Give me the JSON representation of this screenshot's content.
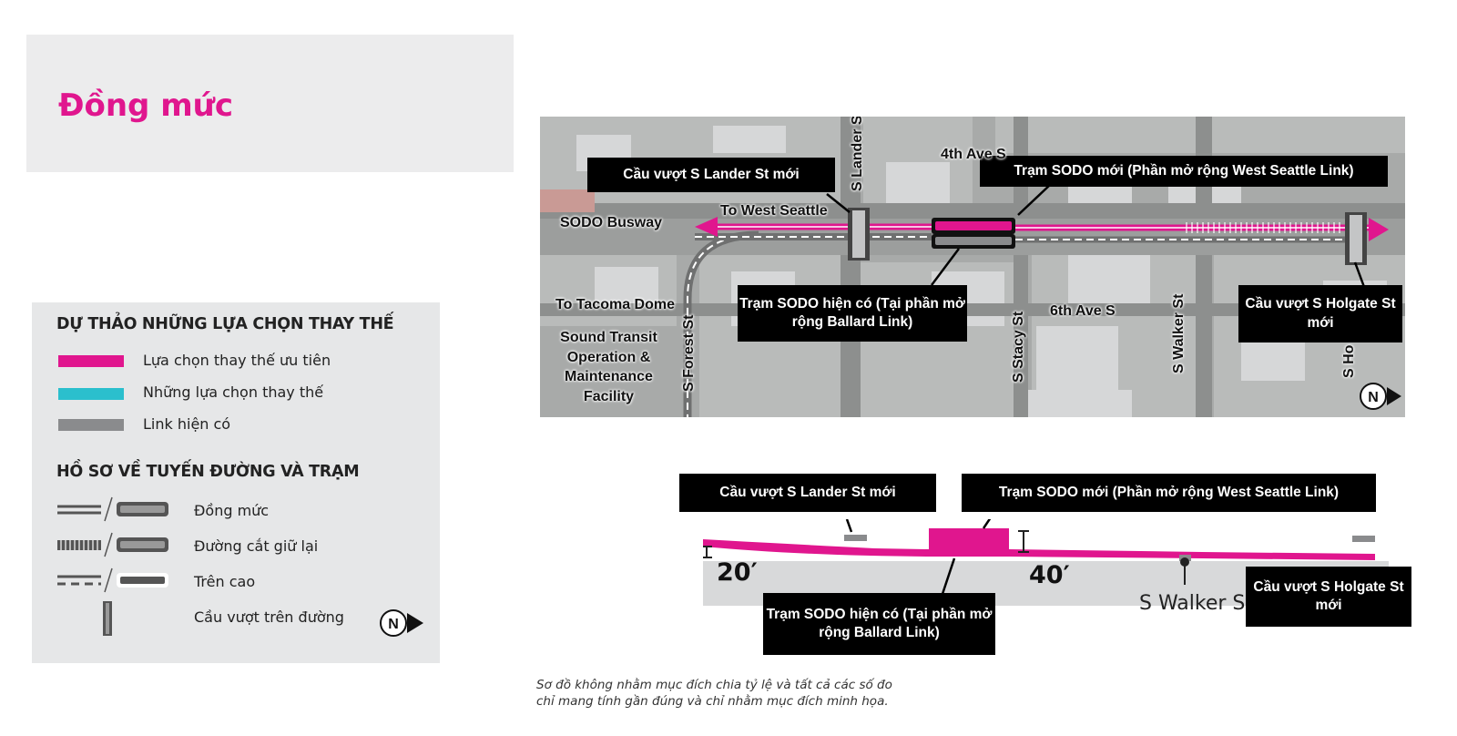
{
  "title": "Đồng mức",
  "legend": {
    "heading1": "DỰ THẢO NHỮNG LỰA CHỌN THAY THẾ",
    "items": [
      {
        "label": "Lựa chọn thay thế ưu tiên",
        "color": "#e0168e"
      },
      {
        "label": "Những lựa chọn thay thế",
        "color": "#2bbfcd"
      },
      {
        "label": "Link hiện có",
        "color": "#8a8b8d"
      }
    ],
    "heading2": "HỒ SƠ VỀ TUYẾN ĐƯỜNG VÀ TRẠM",
    "profile_items": [
      {
        "label": "Đồng mức"
      },
      {
        "label": "Đường cắt giữ lại"
      },
      {
        "label": "Trên cao"
      },
      {
        "label": "Cầu vượt trên đường"
      }
    ],
    "north": "N"
  },
  "map": {
    "callouts": {
      "lander": "Cầu vượt S Lander St mới",
      "new_station": "Trạm SODO mới (Phần mở rộng West Seattle Link)",
      "existing_station": "Trạm SODO hiện có (Tại phần mở rộng Ballard Link)",
      "holgate": "Cầu vượt S Holgate St mới"
    },
    "labels": {
      "sodo_busway": "SODO Busway",
      "to_west_seattle": "To West Seattle",
      "to_tacoma": "To Tacoma Dome",
      "facility": "Sound Transit Operation & Maintenance Facility",
      "s_lander": "S Lander St",
      "fourth_ave": "4th Ave S",
      "sixth_ave": "6th Ave S",
      "s_forest": "S Forest St",
      "s_stacy": "S Stacy St",
      "s_walker": "S Walker St",
      "s_holgate_partial": "S Ho"
    },
    "north": "N"
  },
  "profile": {
    "callouts": {
      "lander": "Cầu vượt S Lander St mới",
      "new_station": "Trạm SODO mới (Phần mở rộng West Seattle Link)",
      "existing_station": "Trạm SODO hiện có (Tại phần mở rộng Ballard Link)",
      "holgate": "Cầu vượt S Holgate St mới"
    },
    "depth_left": "20′",
    "depth_right": "40′",
    "street": "S Walker St"
  },
  "note": {
    "line1": "Sơ đồ không nhằm mục đích chia tỷ lệ và tất cả các số đo",
    "line2": "chỉ mang tính gần đúng và chỉ nhằm mục đích minh họa."
  }
}
